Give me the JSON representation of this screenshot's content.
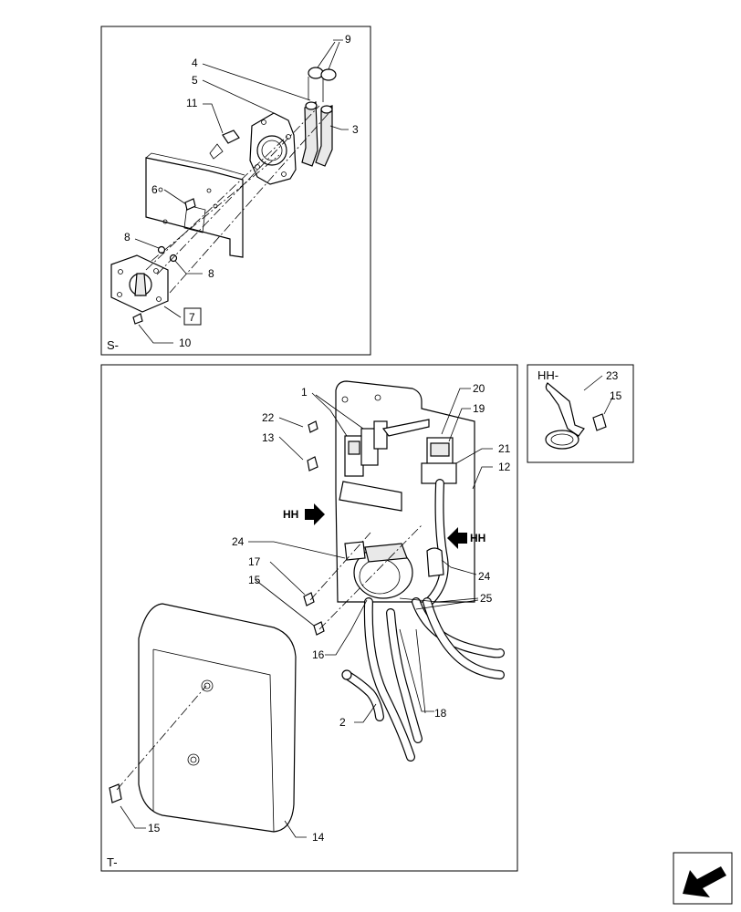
{
  "views": {
    "s": {
      "label": "S-"
    },
    "t": {
      "label": "T-"
    },
    "hh": {
      "label": "HH-"
    }
  },
  "section_markers": {
    "left": "HH",
    "right": "HH"
  },
  "callouts": {
    "s": [
      "9",
      "4",
      "5",
      "11",
      "3",
      "6",
      "8",
      "8",
      "7",
      "10"
    ],
    "t": [
      "1",
      "22",
      "13",
      "20",
      "19",
      "21",
      "12",
      "24",
      "17",
      "15",
      "25",
      "24",
      "16",
      "18",
      "2",
      "15",
      "14"
    ],
    "hh": [
      "23",
      "15"
    ]
  },
  "boxed_callouts": [
    "7"
  ],
  "icons": [
    "next-page-arrow-icon",
    "section-arrow-icon"
  ]
}
